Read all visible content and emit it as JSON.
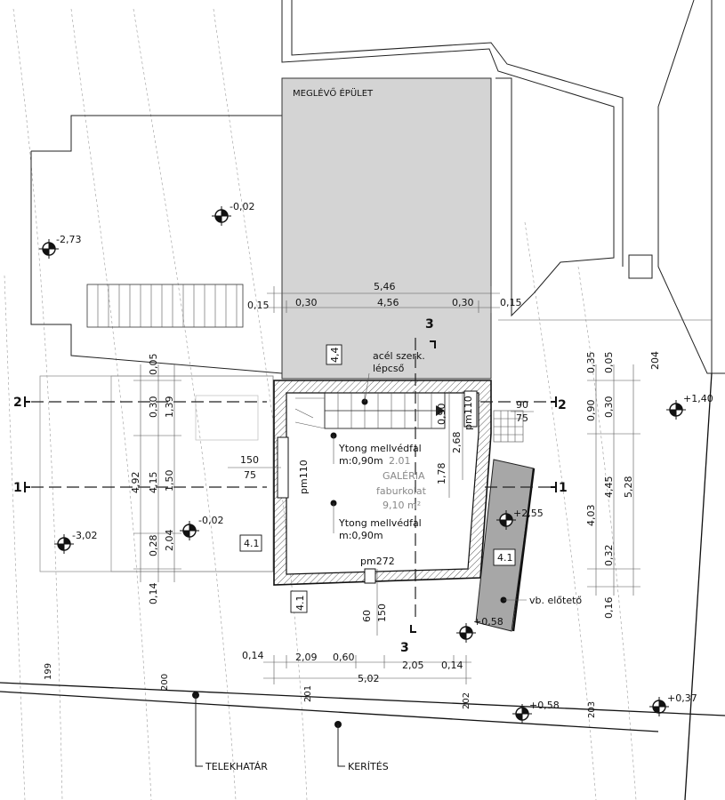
{
  "labels": {
    "existing_building": "MEGLÉVŐ ÉPÜLET",
    "stair_line1": "acél szerk.",
    "stair_line2": "lépcső",
    "ytong1_line1": "Ytong mellvédfal",
    "ytong1_line2": "m:0,90m",
    "ytong2_line1": "Ytong mellvédfal",
    "ytong2_line2": "m:0,90m",
    "room_no": "2.01",
    "room_name": "GALÉRIA",
    "room_floor": "faburkolat",
    "room_area": "9,10 m²",
    "canopy": "vb. előtető",
    "plot_boundary": "TELEKHATÁR",
    "fence": "KERÍTÉS"
  },
  "sections": {
    "s1": "1",
    "s2": "2",
    "s3": "3"
  },
  "elevations": {
    "e1": "-0,02",
    "e2": "-2,73",
    "e3": "+1,40",
    "e4": "-0,02",
    "e5": "-3,02",
    "e6": "+2,55",
    "e7": "+0,58",
    "e8": "+0,58",
    "e9": "+0,37"
  },
  "dims": {
    "top_total": "5,46",
    "top_a": "0,15",
    "top_b": "0,30",
    "top_c": "4,56",
    "top_d": "0,30",
    "top_e": "0,15",
    "left_a": "0,05",
    "left_b": "0,30",
    "left_c": "1,39",
    "left_d": "1,50",
    "left_e": "4,15",
    "left_f": "4,92",
    "left_g": "2,04",
    "left_h": "0,28",
    "left_i": "0,14",
    "right_a": "0,35",
    "right_b": "0,05",
    "right_c": "0,90",
    "right_d": "0,30",
    "right_e": "4,03",
    "right_f": "4,45",
    "right_g": "5,28",
    "right_h": "0,32",
    "right_i": "0,16",
    "right_j": "204",
    "bot_a": "0,14",
    "bot_b": "2,09",
    "bot_c": "0,60",
    "bot_d": "2,05",
    "bot_e": "0,14",
    "bot_total": "5,02",
    "inner_090": "0,90",
    "inner_178": "1,78",
    "inner_268": "2,68",
    "win1_w": "150",
    "win1_h": "75",
    "win2_w": "90",
    "win2_h": "75",
    "pm110_a": "pm110",
    "pm110_b": "pm110",
    "pm272": "pm272",
    "d60": "60",
    "d150": "150",
    "tag1": "4,4",
    "tag2": "4.1",
    "tag3": "4.1",
    "tag4": "4.1",
    "c199": "199",
    "c200": "200",
    "c201": "201",
    "c202": "202",
    "c203": "203"
  }
}
